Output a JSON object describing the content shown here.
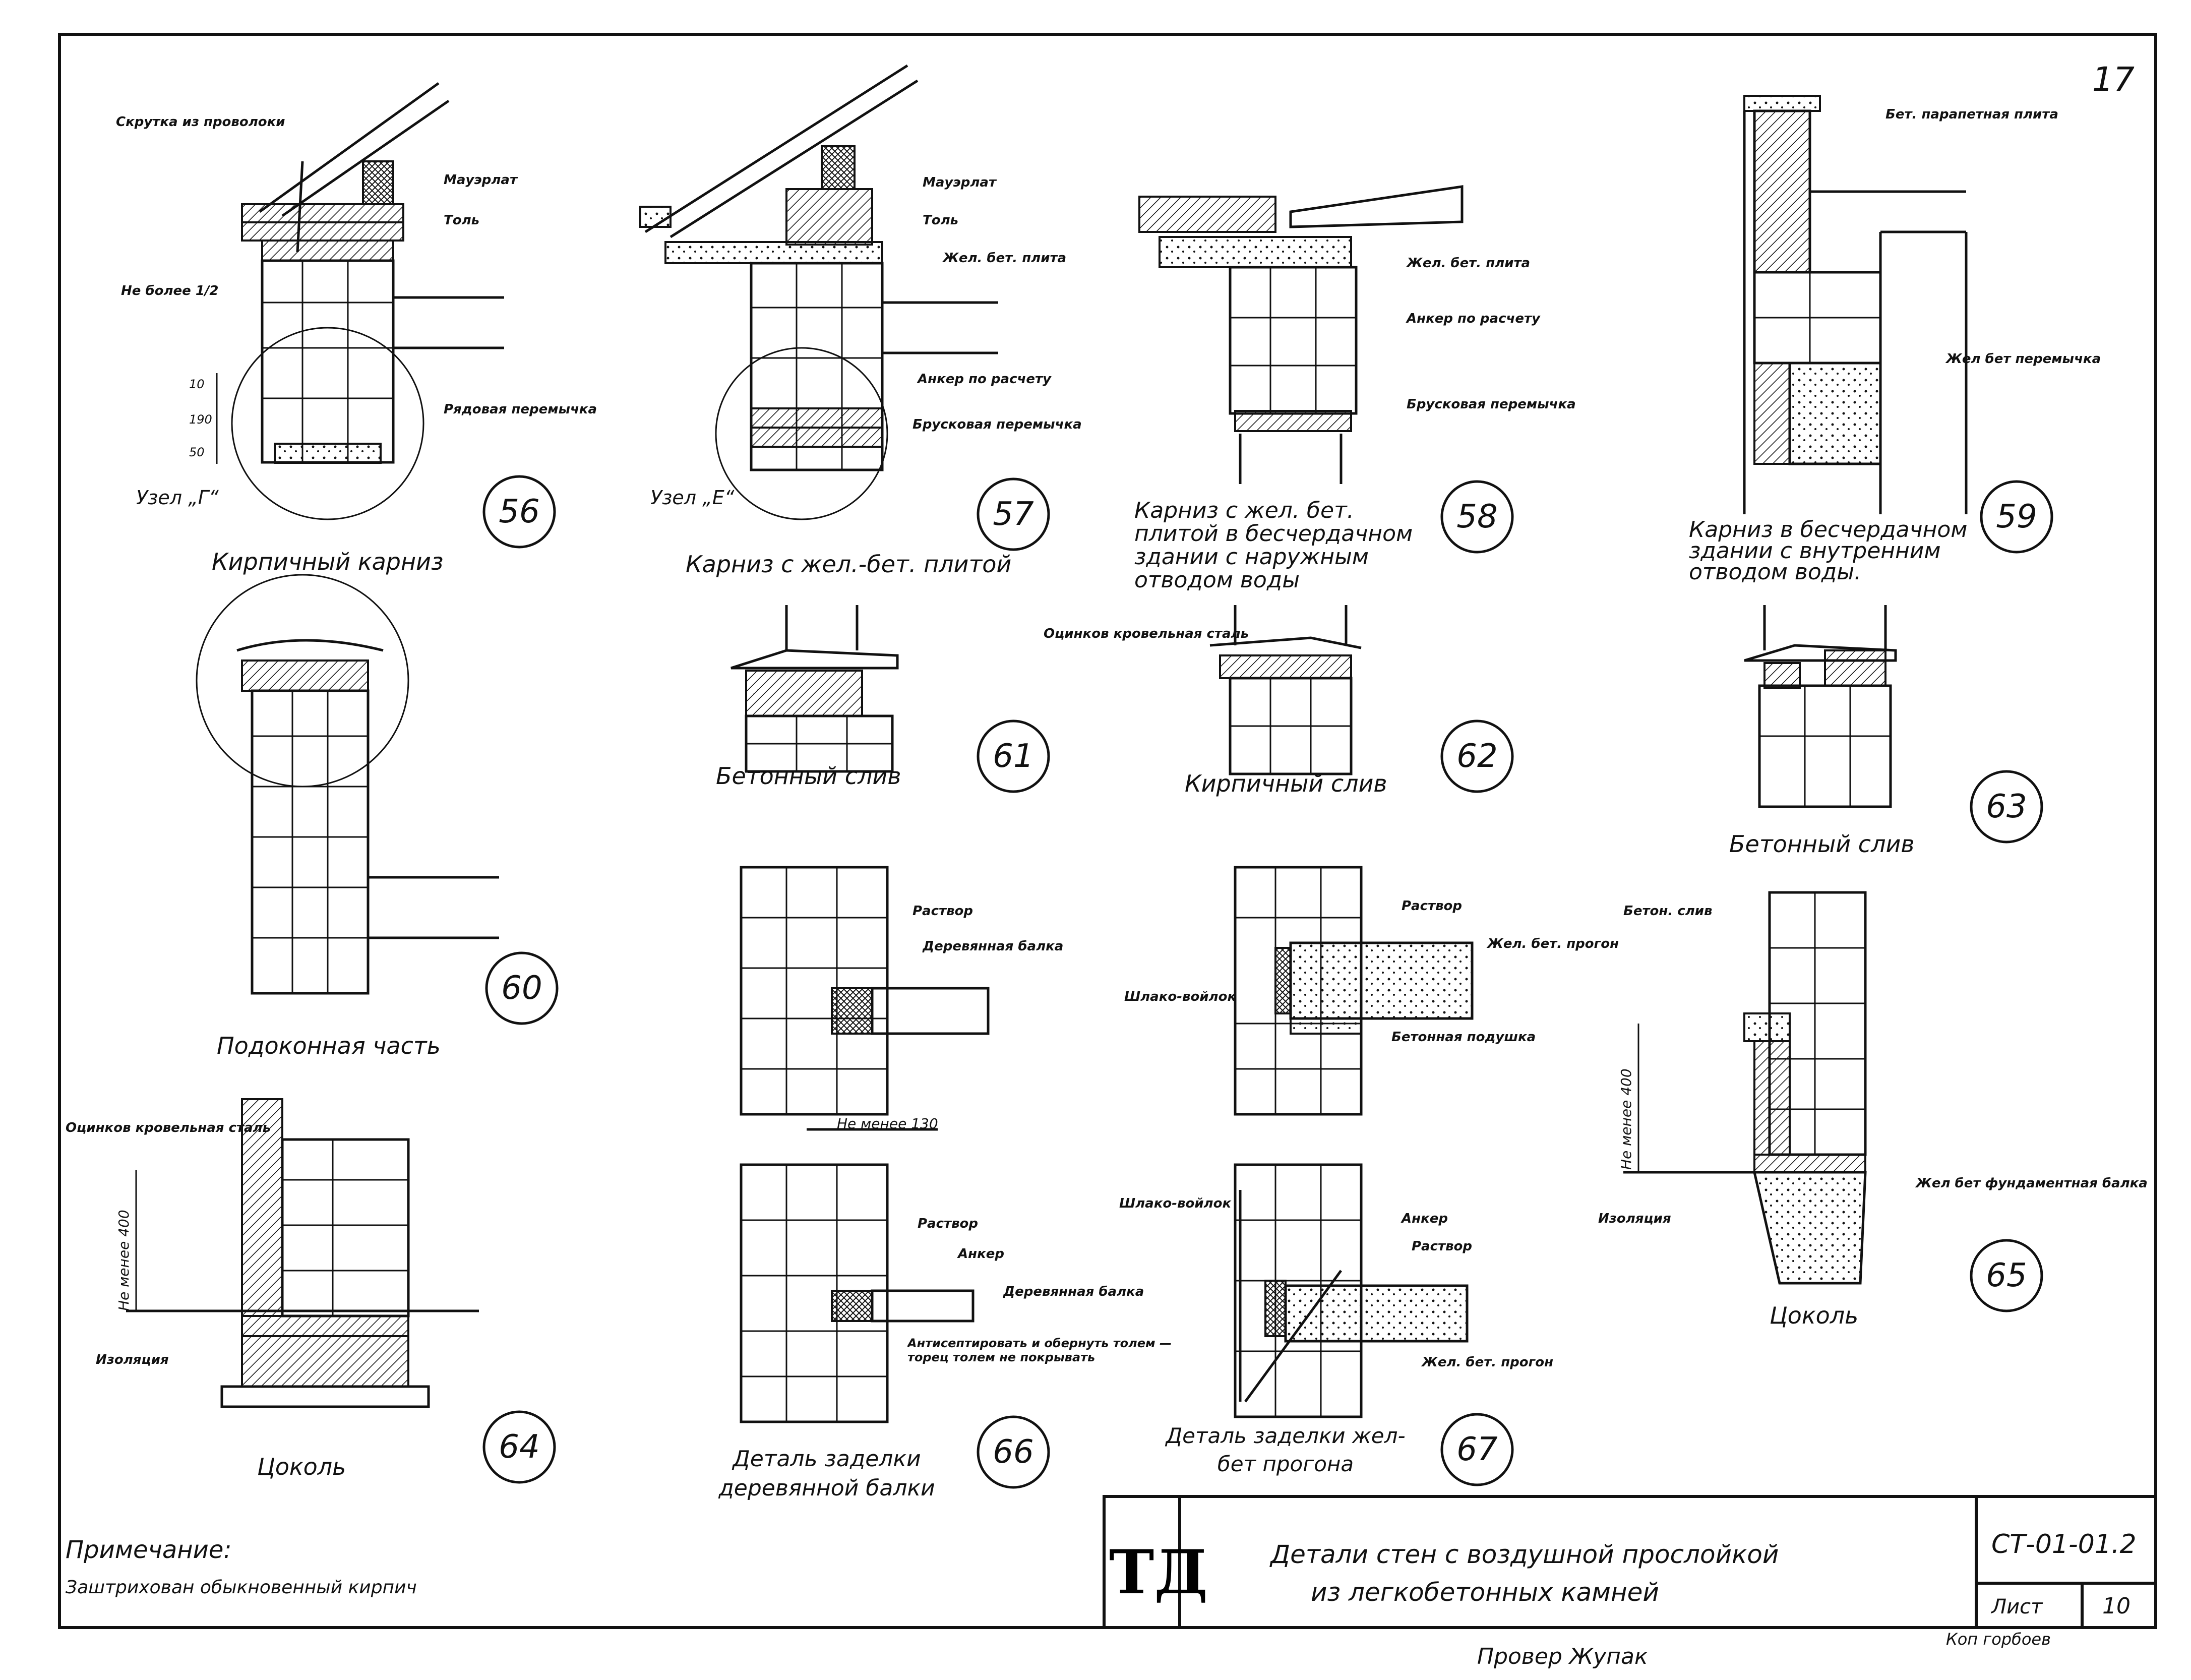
{
  "sheet": {
    "page_number": "17",
    "code": "СТ-01-01.2",
    "list_label": "Лист",
    "list_value": "10",
    "title_line1": "Детали стен с воздушной прослойкой",
    "title_line2": "из легкобетонных камней",
    "logo": "ТД",
    "note_title": "Примечание:",
    "note_text": "Заштрихован обыкновенный кирпич",
    "sign_copy": "Коп горбоев",
    "sign_check": "Провер Жупак"
  },
  "details": [
    {
      "num": "56",
      "caption": "Кирпичный карниз",
      "node": "Узел „Г“",
      "labels": [
        "Скрутка из проволоки",
        "Мауэрлат",
        "Толь",
        "Не более 1/2",
        "Рядовая перемычка",
        "10",
        "190",
        "50"
      ]
    },
    {
      "num": "57",
      "caption": "Карниз с жел.-бет. плитой",
      "node": "Узел „Е“",
      "labels": [
        "Мауэрлат",
        "Толь",
        "Жел. бет. плита",
        "Анкер по расчету",
        "Брусковая перемычка"
      ]
    },
    {
      "num": "58",
      "caption": "Карниз с жел. бет. плитой в бесчердачном здании с наружным отводом воды",
      "labels": [
        "Жел. бет. плита",
        "Анкер по расчету",
        "Брусковая перемычка"
      ]
    },
    {
      "num": "59",
      "caption": "Карниз в бесчердачном здании с внутренним отводом воды.",
      "labels": [
        "Бет. парапетная плита",
        "Жел бет перемычка"
      ]
    },
    {
      "num": "60",
      "caption": "Подоконная часть",
      "labels": []
    },
    {
      "num": "61",
      "caption": "Бетонный слив",
      "labels": []
    },
    {
      "num": "62",
      "caption": "Кирпичный слив",
      "labels": [
        "Оцинков кровельная сталь"
      ]
    },
    {
      "num": "63",
      "caption": "Бетонный слив",
      "labels": []
    },
    {
      "num": "64",
      "caption": "Цоколь",
      "labels": [
        "Оцинков кровельная сталь",
        "Не менее 400",
        "Изоляция"
      ]
    },
    {
      "num": "65",
      "caption": "Цоколь",
      "labels": [
        "Бетон. слив",
        "Не менее 400",
        "Изоляция",
        "Жел бет фундаментная балка"
      ]
    },
    {
      "num": "66",
      "caption": "Деталь заделки деревянной балки",
      "labels": [
        "Раствор",
        "Деревянная балка",
        "Не менее 130",
        "Раствор",
        "Анкер",
        "Деревянная балка",
        "Антисептировать и обернуть толем — торец толем не покрывать"
      ]
    },
    {
      "num": "67",
      "caption": "Деталь заделки жел-бет прогона",
      "labels": [
        "Раствор",
        "Жел. бет. прогон",
        "Шлако-войлок",
        "Бетонная подушка",
        "Шлако-войлок",
        "Анкер",
        "Раствор",
        "Жел. бет. прогон"
      ]
    }
  ]
}
